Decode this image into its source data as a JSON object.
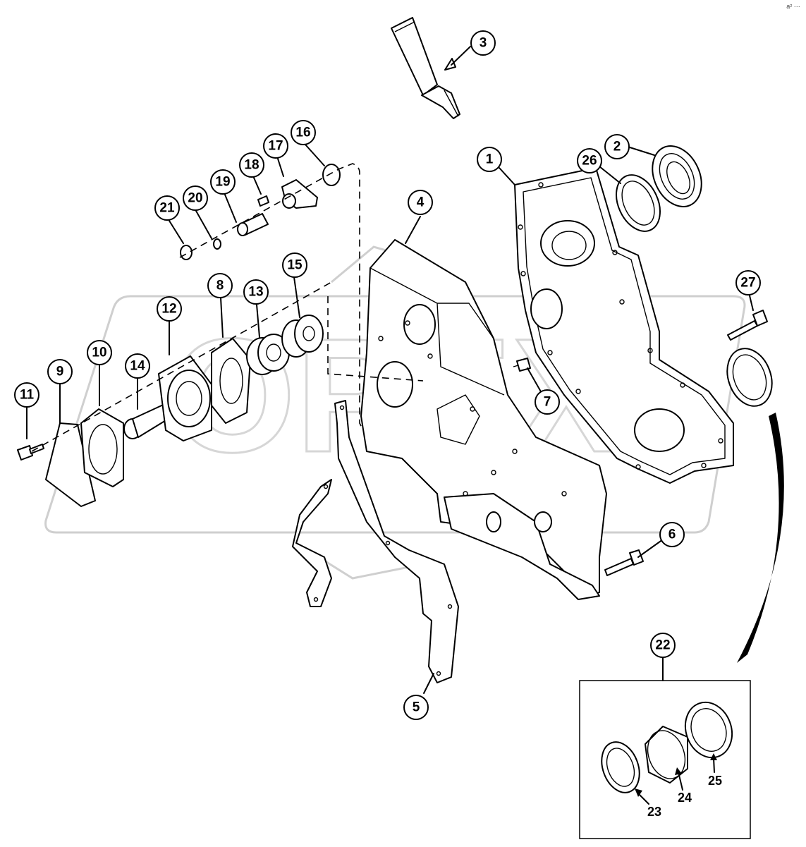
{
  "diagram": {
    "corner_mark": "a²  ···",
    "callouts": [
      {
        "id": "c1",
        "label": "1"
      },
      {
        "id": "c2",
        "label": "2"
      },
      {
        "id": "c3",
        "label": "3"
      },
      {
        "id": "c4",
        "label": "4"
      },
      {
        "id": "c5",
        "label": "5"
      },
      {
        "id": "c6",
        "label": "6"
      },
      {
        "id": "c7",
        "label": "7"
      },
      {
        "id": "c8",
        "label": "8"
      },
      {
        "id": "c9",
        "label": "9"
      },
      {
        "id": "c10",
        "label": "10"
      },
      {
        "id": "c11",
        "label": "11"
      },
      {
        "id": "c12",
        "label": "12"
      },
      {
        "id": "c13",
        "label": "13"
      },
      {
        "id": "c14",
        "label": "14"
      },
      {
        "id": "c15",
        "label": "15"
      },
      {
        "id": "c16",
        "label": "16"
      },
      {
        "id": "c17",
        "label": "17"
      },
      {
        "id": "c18",
        "label": "18"
      },
      {
        "id": "c19",
        "label": "19"
      },
      {
        "id": "c20",
        "label": "20"
      },
      {
        "id": "c21",
        "label": "21"
      },
      {
        "id": "c22",
        "label": "22"
      },
      {
        "id": "c26",
        "label": "26"
      },
      {
        "id": "c27",
        "label": "27"
      }
    ],
    "kit_labels": [
      {
        "id": "k23",
        "label": "23"
      },
      {
        "id": "k24",
        "label": "24"
      },
      {
        "id": "k25",
        "label": "25"
      }
    ],
    "watermark": "OPEX"
  }
}
